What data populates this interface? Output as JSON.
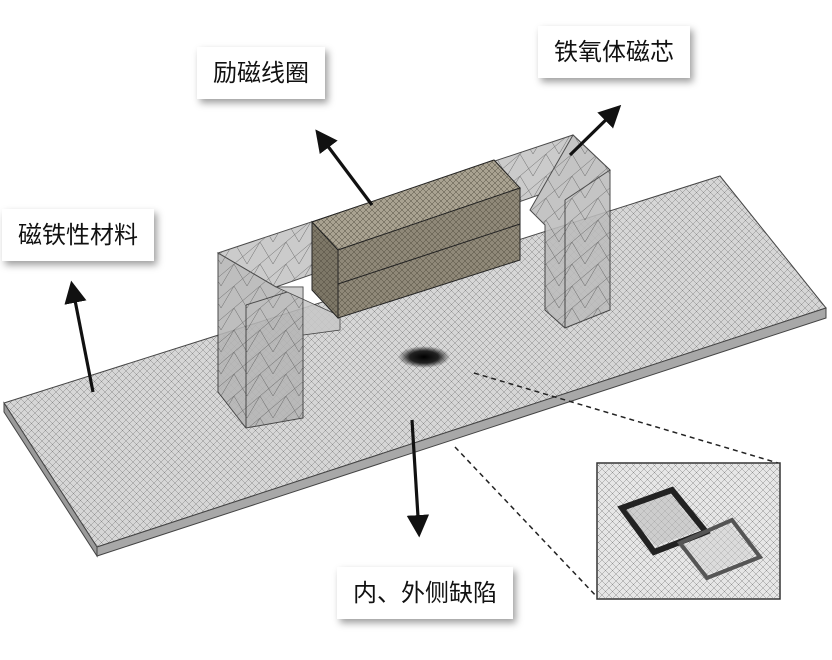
{
  "labels": {
    "coil": "励磁线圈",
    "core": "铁氧体磁芯",
    "plate": "磁铁性材料",
    "defect": "内、外侧缺陷"
  },
  "icons": {
    "arrow": "arrow-icon",
    "inset": "magnified-defect-inset"
  },
  "colors": {
    "plate_top": "#d6d6d6",
    "plate_side": "#9a9a9a",
    "core": "#bdbdbd",
    "coil": "#8f8878",
    "mesh": "#555555",
    "arrow": "#111111"
  }
}
